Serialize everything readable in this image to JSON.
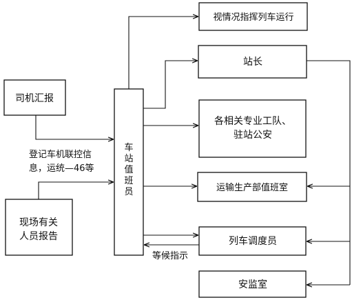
{
  "nodes": {
    "driver_report": "司机汇报",
    "onsite_report_line1": "现场有关",
    "onsite_report_line2": "人员报告",
    "station_duty": [
      "车",
      "站",
      "值",
      "班",
      "员"
    ],
    "observe_direct": "视情况指挥列车运行",
    "station_master": "站长",
    "teams_line1": "各相关专业工队、",
    "teams_line2": "驻站公安",
    "production_office": "运输生产部值班室",
    "dispatcher": "列车调度员",
    "safety_office": "安监室"
  },
  "labels": {
    "register_line1": "登记车机联控信",
    "register_line2": "息，运统—46等",
    "await": "等候指示"
  }
}
